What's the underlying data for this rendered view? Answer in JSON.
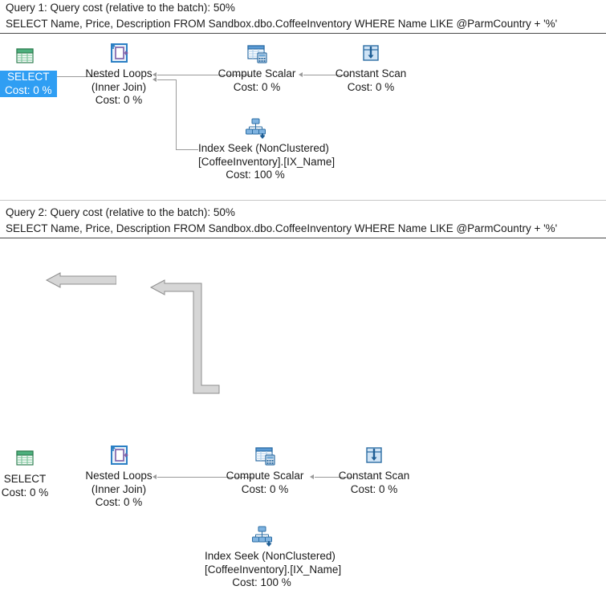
{
  "plans": [
    {
      "header": "Query 1: Query cost (relative to the batch): 50%",
      "sql": "SELECT Name, Price, Description FROM Sandbox.dbo.CoffeeInventory WHERE Name LIKE @ParmCountry + '%'",
      "selected_node": "select",
      "connector_style": "thin",
      "nodes": {
        "select": {
          "icon": "result-grid-icon",
          "line1": "SELECT",
          "line2": "Cost: 0 %",
          "line3": ""
        },
        "loops": {
          "icon": "nested-loops-icon",
          "line1": "Nested Loops",
          "line2": "(Inner Join)",
          "line3": "Cost: 0 %"
        },
        "compute": {
          "icon": "compute-scalar-icon",
          "line1": "Compute Scalar",
          "line2": "Cost: 0 %",
          "line3": ""
        },
        "constant": {
          "icon": "constant-scan-icon",
          "line1": "Constant Scan",
          "line2": "Cost: 0 %",
          "line3": ""
        },
        "seek": {
          "icon": "index-seek-icon",
          "line1": "Index Seek (NonClustered)",
          "line2": "[CoffeeInventory].[IX_Name]",
          "line3": "Cost: 100 %"
        }
      }
    },
    {
      "header": "Query 2: Query cost (relative to the batch): 50%",
      "sql": "SELECT Name, Price, Description FROM Sandbox.dbo.CoffeeInventory WHERE Name LIKE @ParmCountry + '%'",
      "selected_node": "",
      "connector_style": "thick",
      "nodes": {
        "select": {
          "icon": "result-grid-icon",
          "line1": "SELECT",
          "line2": "Cost: 0 %",
          "line3": ""
        },
        "loops": {
          "icon": "nested-loops-icon",
          "line1": "Nested Loops",
          "line2": "(Inner Join)",
          "line3": "Cost: 0 %"
        },
        "compute": {
          "icon": "compute-scalar-icon",
          "line1": "Compute Scalar",
          "line2": "Cost: 0 %",
          "line3": ""
        },
        "constant": {
          "icon": "constant-scan-icon",
          "line1": "Constant Scan",
          "line2": "Cost: 0 %",
          "line3": ""
        },
        "seek": {
          "icon": "index-seek-icon",
          "line1": "Index Seek (NonClustered)",
          "line2": "[CoffeeInventory].[IX_Name]",
          "line3": "Cost: 100 %"
        }
      }
    }
  ],
  "colors": {
    "selection_blue": "#2f9ef3",
    "connector_gray": "#9a9a9a",
    "thick_connector_fill": "#d6d6d6",
    "thick_connector_border": "#8e8e8e",
    "text": "#1b1b1b",
    "background": "#ffffff",
    "divider": "#c8c8c8"
  }
}
